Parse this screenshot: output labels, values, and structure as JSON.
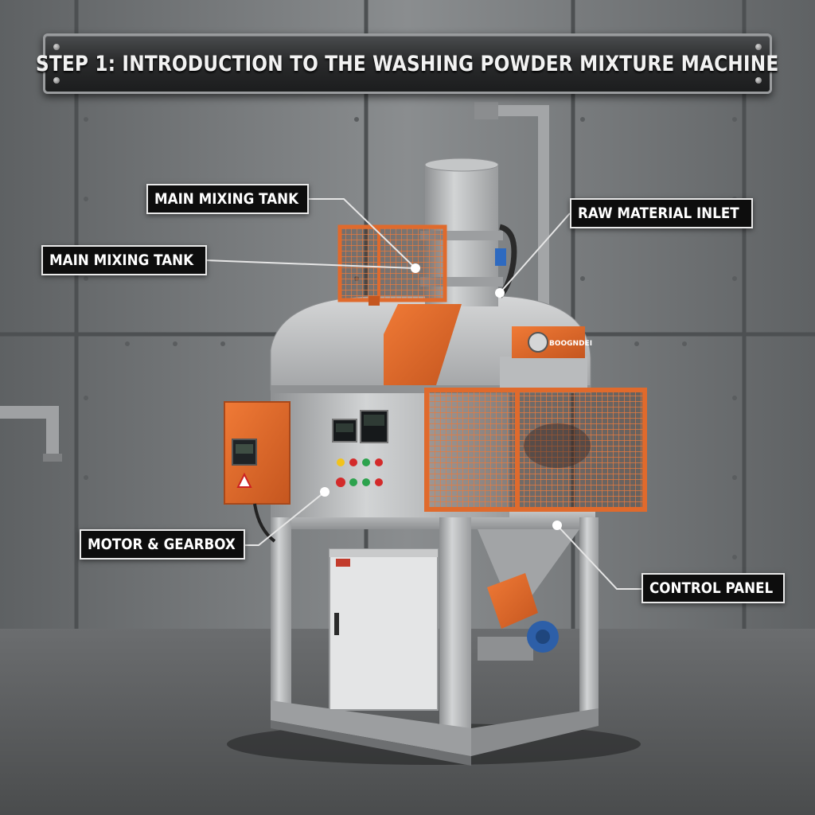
{
  "title": "STEP 1: INTRODUCTION TO THE WASHING POWDER MIXTURE MACHINE",
  "labels": {
    "main_mixing_tank_upper": "MAIN MIXING TANK",
    "main_mixing_tank_left": "MAIN MIXING TANK",
    "raw_material_inlet": "RAW MATERIAL INLET",
    "motor_gearbox": "MOTOR & GEARBOX",
    "control_panel": "CONTROL PANEL"
  },
  "motor_plate_text": "BOOGNDEI",
  "colors": {
    "accent_orange": "#e06a2c",
    "steel": "#b8babc",
    "wall": "#777a7c",
    "floor": "#5c5e60",
    "label_bg": "#0d0d0d"
  }
}
